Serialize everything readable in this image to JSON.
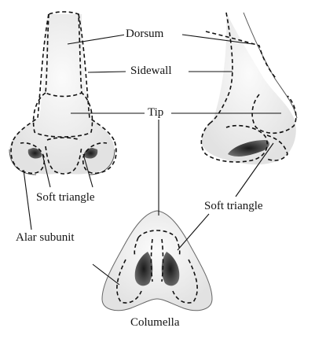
{
  "labels": {
    "dorsum": "Dorsum",
    "sidewall": "Sidewall",
    "tip": "Tip",
    "soft_triangle_front": "Soft triangle",
    "soft_triangle_side": "Soft triangle",
    "alar_subunit": "Alar subunit",
    "columella": "Columella"
  }
}
